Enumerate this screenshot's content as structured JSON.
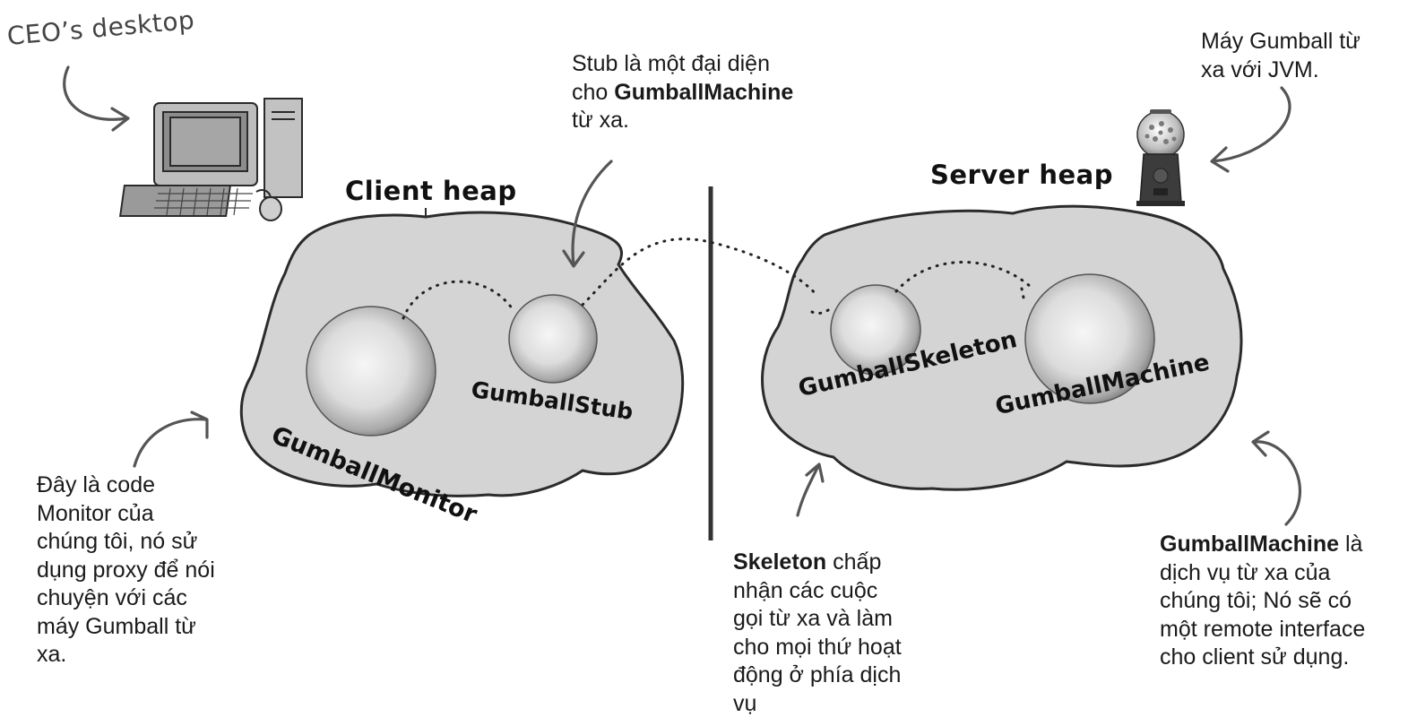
{
  "ceo_label": "CEO’s desktop",
  "client_heap_title": "Client heap",
  "server_heap_title": "Server heap",
  "objects": {
    "monitor": "GumballMonitor",
    "stub": "GumballStub",
    "skeleton": "GumballSkeleton",
    "machine": "GumballMachine"
  },
  "notes": {
    "stub": {
      "line1": "Stub là một đại diện",
      "line2_prefix": "cho ",
      "line2_bold": "GumballMachine",
      "line3": "từ xa."
    },
    "jvm": {
      "line1": "Máy Gumball từ",
      "line2": "xa với JVM."
    },
    "monitor": [
      "Đây là code",
      "Monitor của",
      "chúng tôi, nó sử",
      "dụng proxy để nói",
      "chuyện với các",
      "máy Gumball từ",
      "xa."
    ],
    "skeleton": {
      "bold": "Skeleton",
      "rest1": " chấp",
      "lines": [
        "nhận các cuộc",
        "gọi từ xa và làm",
        "cho mọi thứ hoạt",
        "động ở phía dịch",
        "vụ"
      ]
    },
    "machine": {
      "bold": "GumballMachine",
      "rest1": " là",
      "lines": [
        "dịch vụ từ xa của",
        "chúng tôi; Nó sẽ có",
        "một remote interface",
        "cho client sử dụng."
      ]
    }
  },
  "colors": {
    "heap_fill": "#d4d4d4",
    "outline": "#2b2b2b",
    "text": "#1a1a1a",
    "arrow": "#555555",
    "divider": "#333333"
  },
  "icons": [
    "desktop-computer-icon",
    "gumball-machine-icon"
  ]
}
